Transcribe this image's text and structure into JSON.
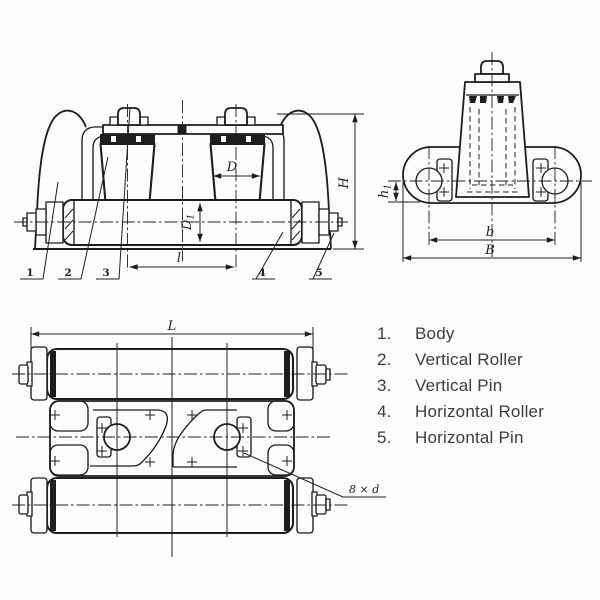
{
  "colors": {
    "ink": "#1e1e1e",
    "paper": "#fdfdfc",
    "legend_text": "#3c3c3c"
  },
  "drawing": {
    "dims": {
      "H": "H",
      "D": "D",
      "D1_base": "D",
      "D1_sub": "1",
      "l": "l",
      "h1_base": "h",
      "h1_sub": "1",
      "b": "b",
      "B": "B",
      "L": "L",
      "bolt_note": "8 × d"
    },
    "callouts": {
      "n1": "1",
      "n2": "2",
      "n3": "3",
      "n4": "4",
      "n5": "5"
    }
  },
  "legend": {
    "items": [
      {
        "num": "1.",
        "label": "Body"
      },
      {
        "num": "2.",
        "label": "Vertical Roller"
      },
      {
        "num": "3.",
        "label": "Vertical Pin"
      },
      {
        "num": "4.",
        "label": "Horizontal Roller"
      },
      {
        "num": "5.",
        "label": "Horizontal Pin"
      }
    ]
  }
}
